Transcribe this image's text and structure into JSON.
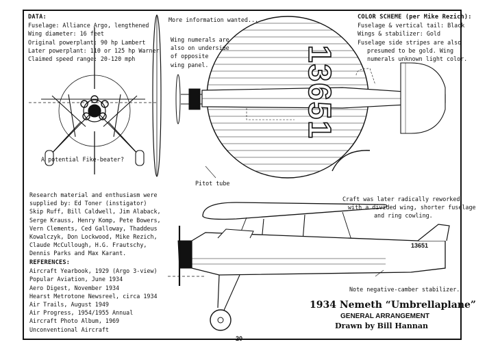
{
  "data_block": {
    "heading": "DATA:",
    "lines": [
      "Fuselage: Alliance Argo, lengthened",
      "Wing diameter: 16 feet",
      "Original powerplant: 90 hp Lambert",
      "Later powerplant: 110 or 125 hp Warner",
      "Claimed speed range: 20-120 mph"
    ]
  },
  "more_info": "More information wanted...",
  "wing_note": [
    "Wing numerals are",
    "also on underside",
    "of opposite",
    "wing panel."
  ],
  "color_scheme": {
    "heading": "COLOR SCHEME (per Mike Rezich):",
    "lines": [
      "Fuselage & vertical tail: Black",
      "Wings & stabilizer: Gold",
      "Fuselage side stripes are also",
      "presumed to be gold. Wing",
      "numerals unknown light color."
    ]
  },
  "registration": "13651",
  "fike_caption": "A potential Fike-beater?",
  "pitot_caption": "Pitot tube",
  "craft_note": [
    "Craft was later radically reworked",
    "with a divided wing, shorter fuselage",
    "and ring cowling."
  ],
  "credits": [
    "Research material and enthusiasm were",
    "supplied by: Ed Toner (instigator)",
    "Skip Ruff, Bill Caldwell, Jim Alaback,",
    "Serge Krauss, Henry Komp, Pete Bowers,",
    "Vern Clements, Ced Galloway, Thaddeus",
    "Kowalczyk, Don Lockwood, Mike Rezich,",
    "Claude McCullough, H.G. Frautschy,",
    "Dennis Parks and Max Karant."
  ],
  "references": {
    "heading": "REFERENCES:",
    "lines": [
      "Aircraft Yearbook, 1929 (Argo 3-view)",
      "Popular Aviation, June 1934",
      "Aero Digest, November 1934",
      "Hearst Metrotone Newsreel, circa 1934",
      "Air Trails, August 1949",
      "Air Progress, 1954/1955 Annual",
      "Aircraft Photo Album, 1969",
      "Unconventional Aircraft"
    ]
  },
  "stabilizer_note": "Note negative-camber stabilizer.",
  "title": {
    "main": "1934 Nemeth “Umbrellaplane”",
    "sub": "GENERAL ARRANGEMENT",
    "byline": "Drawn by Bill Hannan"
  },
  "page_number": "20"
}
